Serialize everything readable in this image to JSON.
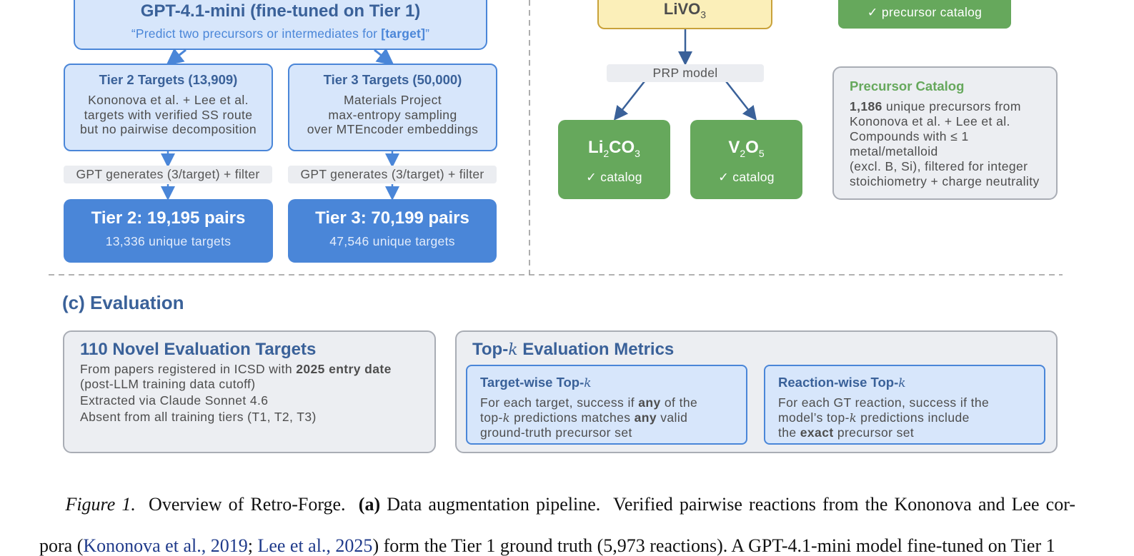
{
  "pipeline": {
    "main_model": {
      "title": "GPT-4.1-mini (fine-tuned on Tier 1)",
      "prompt_open": "“Predict two precursors or intermediates for ",
      "prompt_target": "[target]",
      "prompt_close": "”"
    },
    "tier2": {
      "title": "Tier 2 Targets (13,909)",
      "lines": [
        "Kononova et al. + Lee et al.",
        "targets with verified SS route",
        "but no pairwise decomposition"
      ],
      "chip": "GPT generates (3/target) + filter",
      "result_title": "Tier 2: 19,195 pairs",
      "result_sub": "13,336 unique targets"
    },
    "tier3": {
      "title": "Tier 3 Targets (50,000)",
      "lines": [
        "Materials Project",
        "max-entropy sampling",
        "over MTEncoder embeddings"
      ],
      "chip": "GPT generates (3/target) + filter",
      "result_title": "Tier 3: 70,199 pairs",
      "result_sub": "47,546 unique targets"
    }
  },
  "prp": {
    "target": {
      "base": "LiVO",
      "sub": "3"
    },
    "model_label": "PRP model",
    "precursor1": {
      "parts": [
        [
          "Li",
          "2"
        ],
        [
          "CO",
          "3"
        ]
      ],
      "check": "✓ catalog"
    },
    "precursor2": {
      "parts": [
        [
          "V",
          "2"
        ],
        [
          "O",
          "5"
        ]
      ],
      "check": "✓ catalog"
    },
    "legend_chip": "✓ precursor catalog",
    "catalog": {
      "title": "Precursor Catalog",
      "count": "1,186",
      "line1_rest": " unique precursors from",
      "line2": "Kononova et al. + Lee et al.",
      "line3_a": "Compounds with ",
      "line3_sym": "≤",
      "line3_b": " 1",
      "line4": "metal/metalloid",
      "line5": "(excl. B, Si), filtered for integer",
      "line6": "stoichiometry + charge neutrality"
    }
  },
  "evaluation": {
    "heading": "(c) Evaluation",
    "targets": {
      "title": "110 Novel Evaluation Targets",
      "line1_a": "From papers registered in ICSD with ",
      "line1_bold": "2025 entry date",
      "line2": "(post-LLM training data cutoff)",
      "line3": "Extracted via Claude Sonnet 4.6",
      "line4": "Absent from all training tiers (T1, T2, T3)"
    },
    "metrics": {
      "title_a": "Top-",
      "k": "k",
      "title_b": " Evaluation Metrics",
      "target_wise": {
        "title": "Target-wise Top-",
        "l1_a": "For each target, success if ",
        "l1_bold": "any",
        "l1_b": " of the",
        "l2_a": "top-",
        "l2_b": " predictions matches ",
        "l2_bold": "any",
        "l2_c": " valid",
        "l3": "ground-truth precursor set"
      },
      "reaction_wise": {
        "title": "Reaction-wise Top-",
        "l1": "For each GT reaction, success if the",
        "l2_a": "model’s top-",
        "l2_b": " predictions include",
        "l3_a": "the ",
        "l3_bold": "exact",
        "l3_b": " precursor set"
      }
    }
  },
  "caption": {
    "label": "Figure 1.",
    "l1_a": "  Overview of Retro-Forge.  ",
    "l1_bold": "(a)",
    "l1_b": " Data augmentation pipeline.  Verified pairwise reactions from the Kononova and Lee cor-",
    "l2_a": "pora (",
    "cite1": "Kononova et al., 2019",
    "l2_sep": "; ",
    "cite2": "Lee et al., 2025",
    "l2_b": ") form the Tier 1 ground truth (5,973 reactions). A GPT-4.1-mini model fine-tuned on Tier 1"
  }
}
